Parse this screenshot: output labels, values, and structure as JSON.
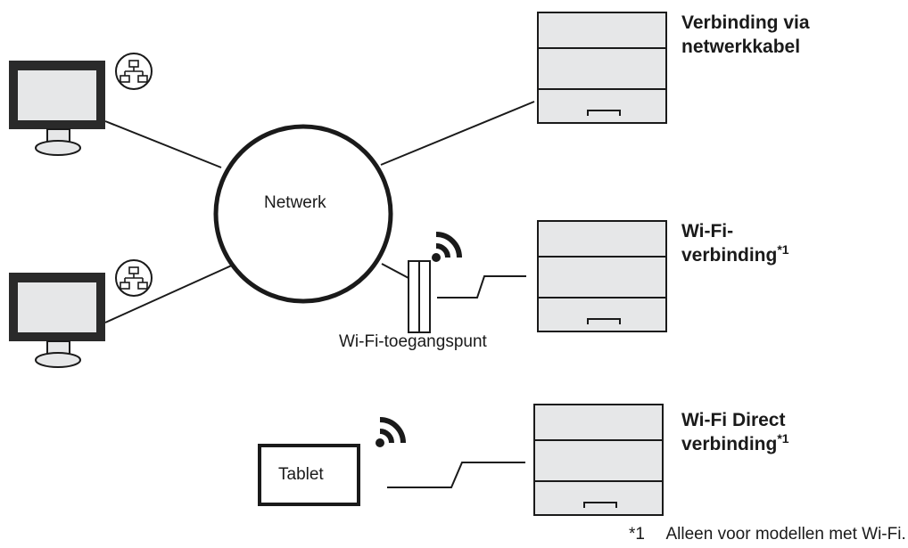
{
  "labels": {
    "network": "Netwerk",
    "access_point": "Wi-Fi-toegangspunt",
    "tablet": "Tablet",
    "wired_line1": "Verbinding via",
    "wired_line2": "netwerkkabel",
    "wifi_line1": "Wi-Fi-",
    "wifi_line2": "verbinding",
    "direct_line1": "Wi-Fi Direct",
    "direct_line2": "verbinding",
    "footnote_ref": "*1",
    "footnote_marker": "*1",
    "footnote_text": "Alleen voor modellen met Wi-Fi."
  },
  "colors": {
    "line": "#1a1a1a",
    "device_fill": "#e6e7e8",
    "screen_fill": "#e6e7e8",
    "background": "#ffffff"
  },
  "icons": [
    "monitor-icon",
    "lan-port-icon",
    "printer-icon",
    "wifi-signal-icon",
    "access-point-icon",
    "tablet-icon"
  ]
}
